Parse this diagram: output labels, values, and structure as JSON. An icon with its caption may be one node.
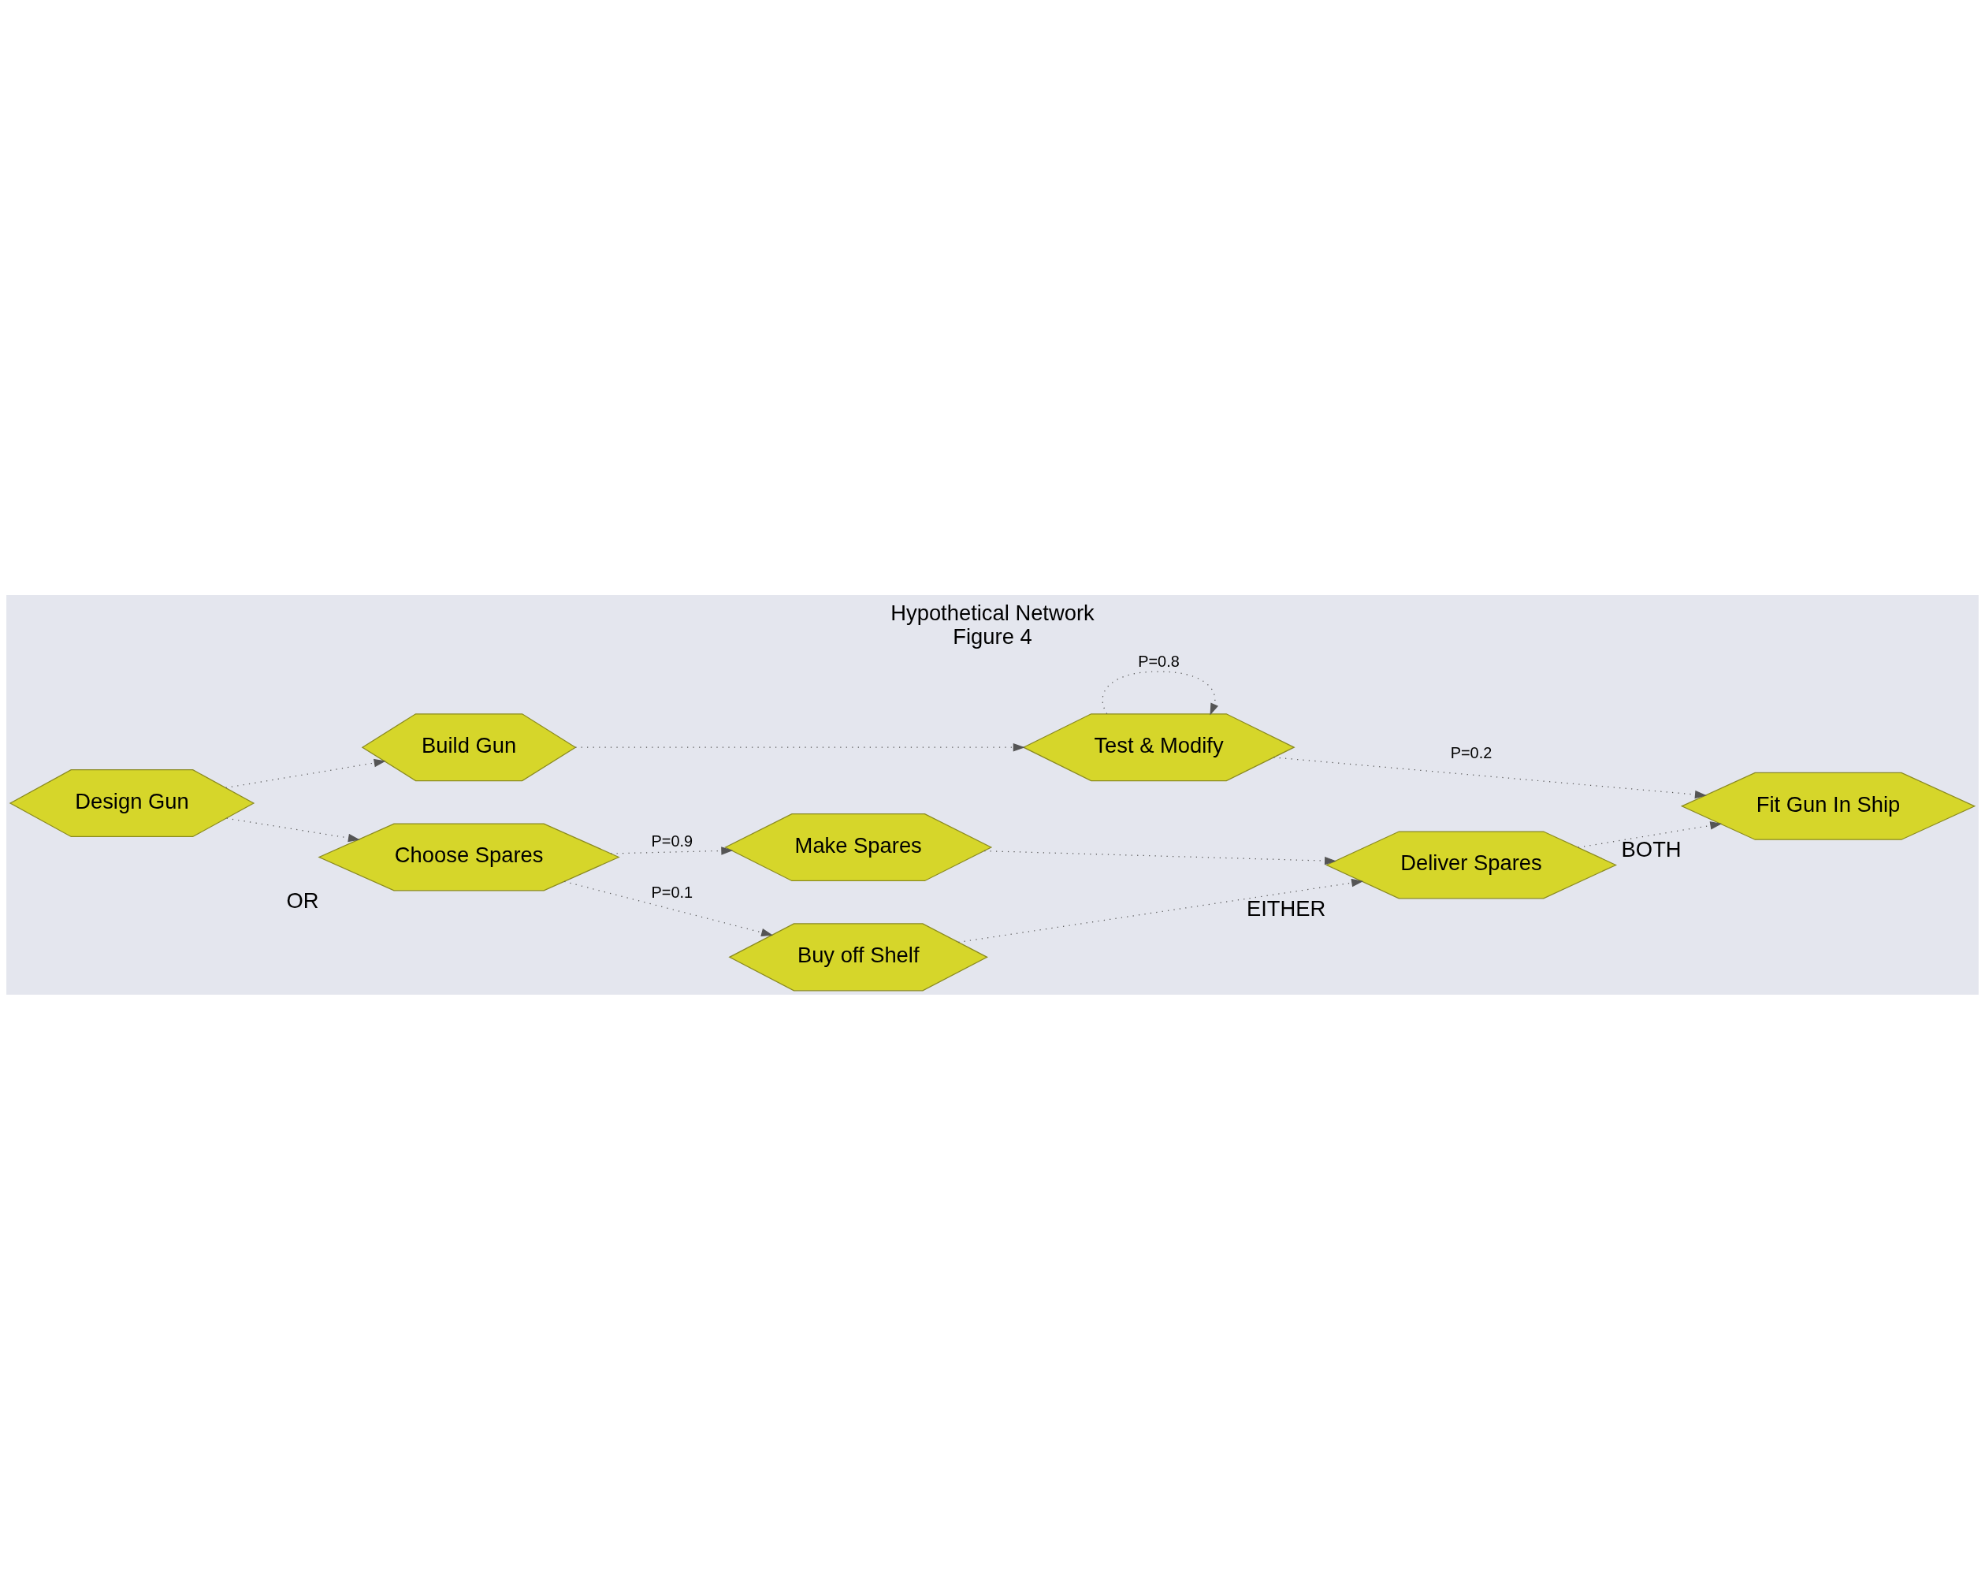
{
  "diagram": {
    "title": "Hypothetical Network",
    "caption": "Figure 4",
    "nodes": [
      {
        "text": [
          "Design Gun"
        ]
      },
      {
        "text": [
          "Build Gun"
        ]
      },
      {
        "text": [
          "Test & Modify"
        ]
      },
      {
        "text": [
          "Fit Gun In Ship"
        ],
        "beside": [
          "BOTH"
        ]
      },
      {
        "text": [
          "Choose Spares"
        ],
        "beside": [
          "OR"
        ]
      },
      {
        "text": [
          "Make Spares"
        ]
      },
      {
        "text": [
          "Buy off Shelf"
        ]
      },
      {
        "text": [
          "Deliver Spares"
        ],
        "beside": [
          "EITHER"
        ]
      }
    ],
    "edges": [
      {
        "from": 0,
        "to": 1,
        "arrow": "to"
      },
      {
        "from": 0,
        "to": 4,
        "arrow": "to"
      },
      {
        "from": 1,
        "to": 2,
        "arrow": "to"
      },
      {
        "from": 2,
        "to": 2,
        "arrow": "to",
        "label": "P=0.8"
      },
      {
        "from": 2,
        "to": 3,
        "arrow": "to",
        "label": "P=0.2"
      },
      {
        "from": 4,
        "to": 5,
        "arrow": "to",
        "label": "P=0.9"
      },
      {
        "from": 4,
        "to": 6,
        "arrow": "to",
        "label": "P=0.1"
      },
      {
        "from": 5,
        "to": 7,
        "arrow": "to"
      },
      {
        "from": 6,
        "to": 7,
        "arrow": "to"
      },
      {
        "from": 7,
        "to": 3,
        "arrow": "to"
      }
    ]
  }
}
